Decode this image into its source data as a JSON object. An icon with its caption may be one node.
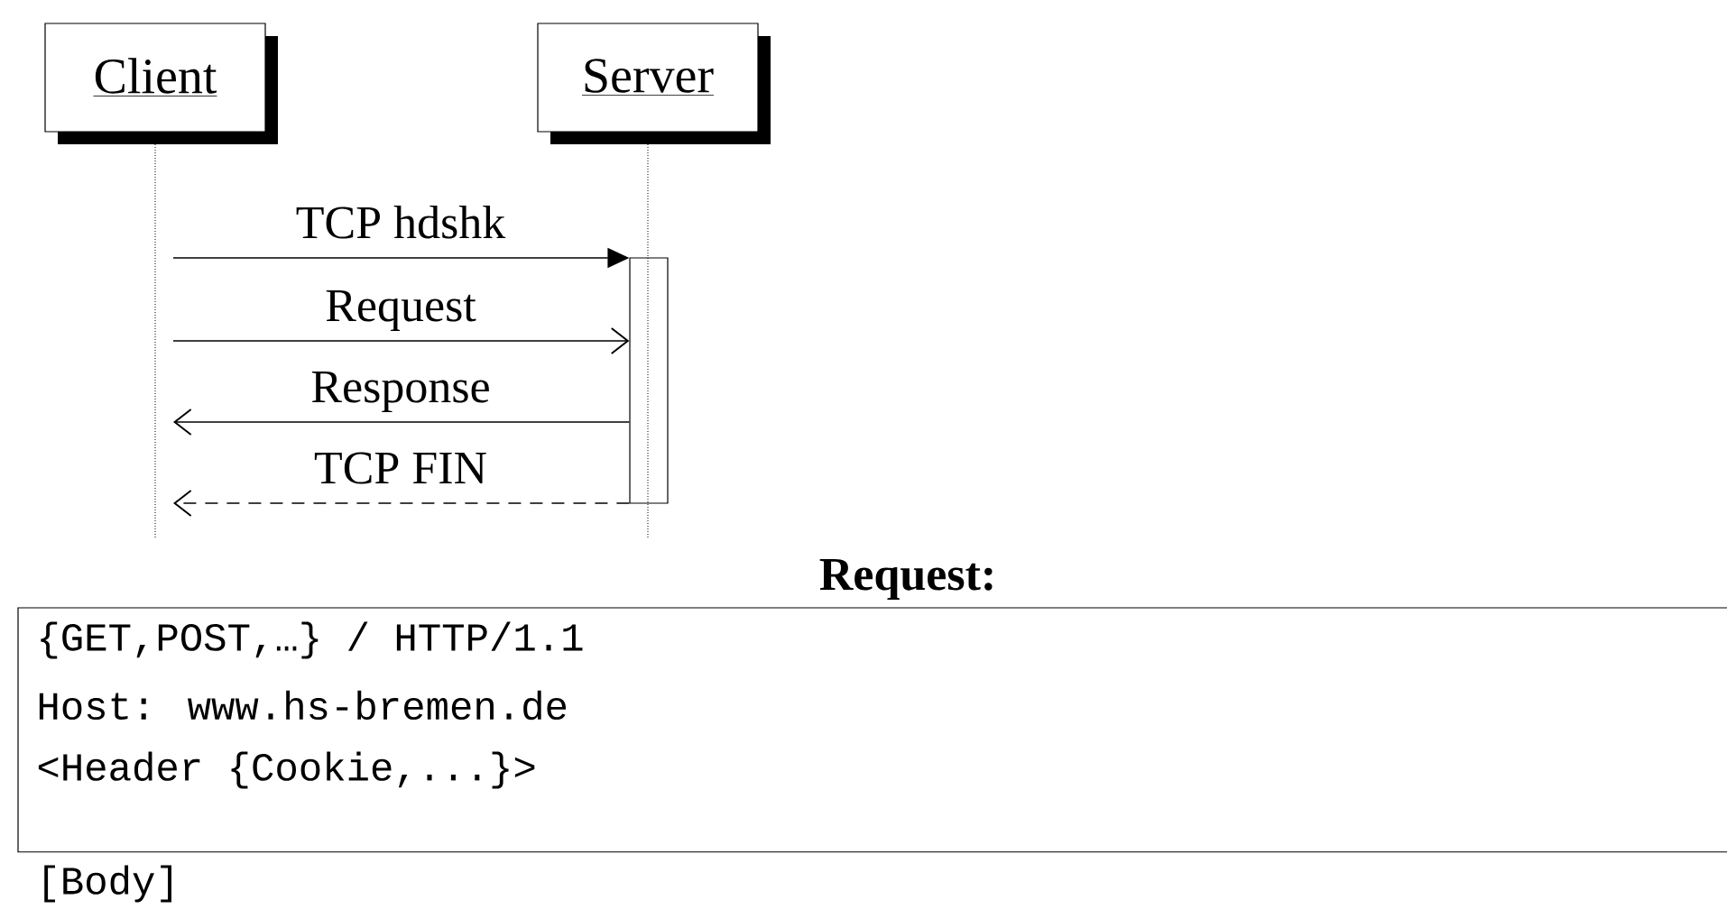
{
  "diagram": {
    "nodes": [
      {
        "text": [
          "Client"
        ]
      },
      {
        "text": [
          "Server"
        ]
      },
      {
        "text": [],
        "shape": "bar"
      },
      {
        "text": [
          "Request:",
          "{GET,POST,…} / HTTP/1.1",
          "Host: www.hs-bremen.de",
          "<Header {Cookie,...}>",
          "[Body]"
        ]
      }
    ],
    "edges": [
      {
        "from": null,
        "to": 2,
        "arrow": "to",
        "label": "TCP hdshk"
      },
      {
        "from": null,
        "to": 2,
        "arrow": "to",
        "label": "Request"
      },
      {
        "from": 2,
        "to": null,
        "arrow": "to",
        "label": "Response"
      },
      {
        "from": 2,
        "to": null,
        "arrow": "to",
        "label": "TCP FIN",
        "style": "dashed"
      }
    ]
  }
}
